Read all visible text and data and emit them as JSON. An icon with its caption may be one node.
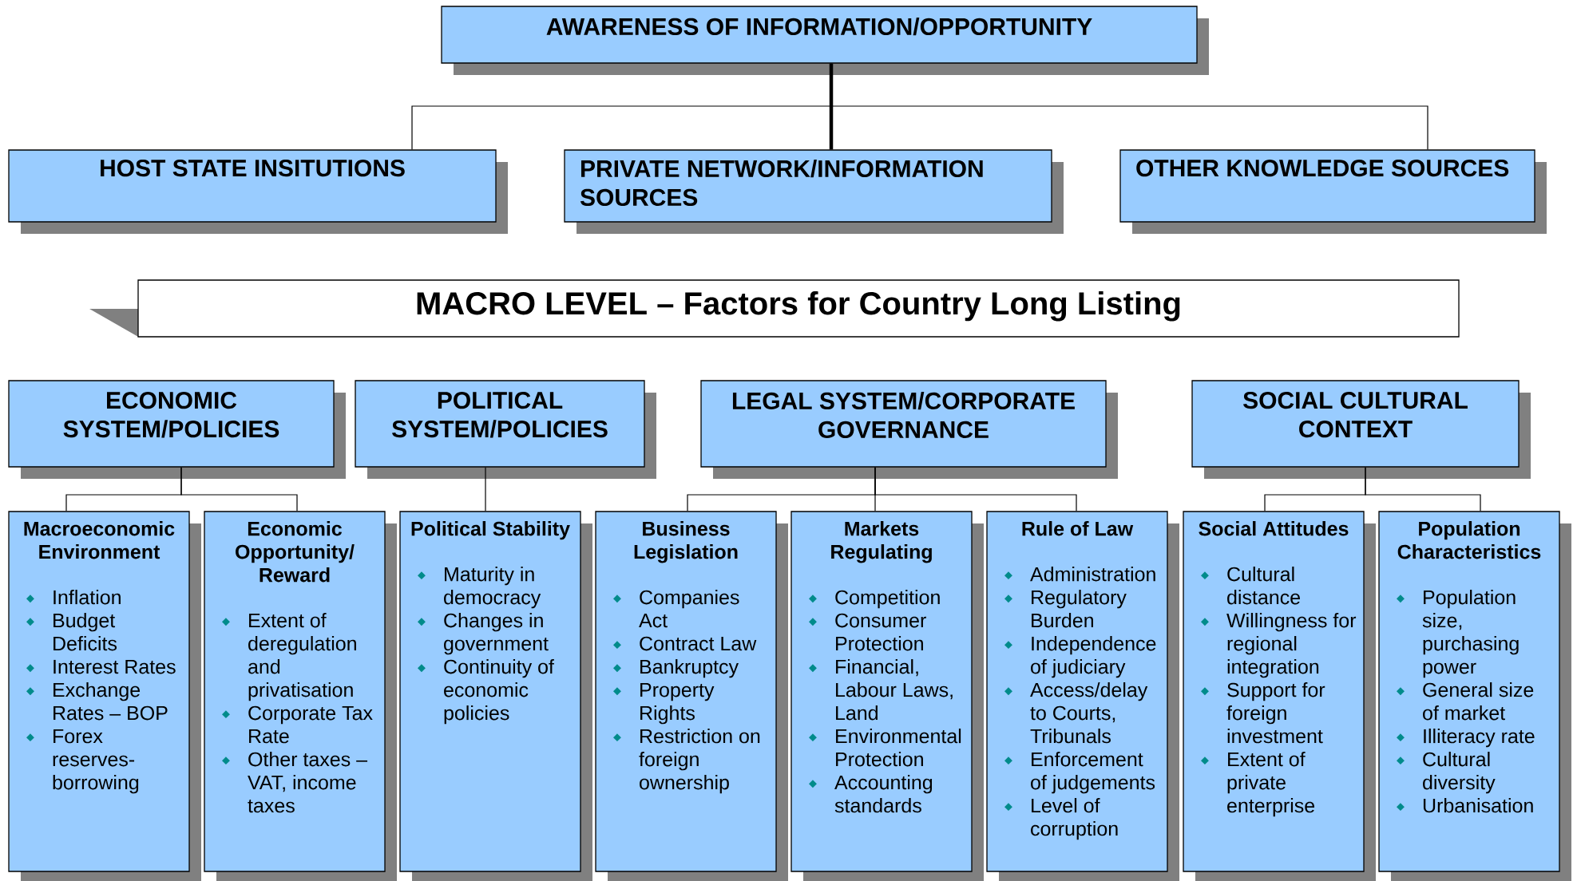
{
  "diagram": {
    "nodes": [
      {
        "text": [
          "AWARENESS OF INFORMATION/OPPORTUNITY"
        ]
      },
      {
        "text": [
          "HOST STATE INSITUTIONS"
        ]
      },
      {
        "text": [
          "PRIVATE NETWORK/INFORMATION SOURCES"
        ]
      },
      {
        "text": [
          "OTHER KNOWLEDGE SOURCES"
        ]
      },
      {
        "text": [
          "MACRO LEVEL – Factors for Country Long Listing"
        ]
      },
      {
        "text": [
          "ECONOMIC SYSTEM/POLICIES"
        ]
      },
      {
        "text": [
          "POLITICAL SYSTEM/POLICIES"
        ]
      },
      {
        "text": [
          "LEGAL SYSTEM/CORPORATE GOVERNANCE"
        ]
      },
      {
        "text": [
          "SOCIAL CULTURAL CONTEXT"
        ]
      },
      {
        "text": [
          "Macroeconomic Environment",
          "Inflation",
          "Budget Deficits",
          "Interest Rates",
          "Exchange Rates – BOP",
          "Forex reserves-borrowing"
        ]
      },
      {
        "text": [
          "Economic Opportunity/ Reward",
          "Extent of deregulation and privatisation",
          "Corporate Tax Rate",
          "Other taxes – VAT, income taxes"
        ]
      },
      {
        "text": [
          "Political Stability",
          "Maturity in democracy",
          "Changes in government",
          "Continuity of economic policies"
        ]
      },
      {
        "text": [
          "Business Legislation",
          "Companies Act",
          "Contract Law",
          "Bankruptcy",
          "Property Rights",
          "Restriction on foreign ownership"
        ]
      },
      {
        "text": [
          "Markets Regulating",
          "Competition",
          "Consumer Protection",
          "Financial, Labour Laws, Land",
          "Environmental Protection",
          "Accounting standards"
        ]
      },
      {
        "text": [
          "Rule of Law",
          "Administration",
          "Regulatory Burden",
          "Independence of judiciary",
          "Access/delay to Courts, Tribunals",
          "Enforcement of judgements",
          "Level of corruption"
        ]
      },
      {
        "text": [
          "Social Attitudes",
          "Cultural distance",
          "Willingness for regional integration",
          "Support for foreign investment",
          "Extent of private enterprise"
        ]
      },
      {
        "text": [
          "Population Characteristics",
          "Population size, purchasing power",
          "General size of market",
          "Illiteracy rate",
          "Cultural diversity",
          "Urbanisation"
        ]
      }
    ],
    "edges": [
      {
        "from": 0,
        "to": 1,
        "arrow": "none"
      },
      {
        "from": 0,
        "to": 2,
        "arrow": "none",
        "style": "thick"
      },
      {
        "from": 0,
        "to": 3,
        "arrow": "none"
      },
      {
        "from": 5,
        "to": 9,
        "arrow": "none"
      },
      {
        "from": 5,
        "to": 10,
        "arrow": "none"
      },
      {
        "from": 6,
        "to": 11,
        "arrow": "none"
      },
      {
        "from": 7,
        "to": 12,
        "arrow": "none"
      },
      {
        "from": 7,
        "to": 13,
        "arrow": "none"
      },
      {
        "from": 7,
        "to": 14,
        "arrow": "none"
      },
      {
        "from": 8,
        "to": 15,
        "arrow": "none"
      },
      {
        "from": 8,
        "to": 16,
        "arrow": "none"
      }
    ]
  }
}
